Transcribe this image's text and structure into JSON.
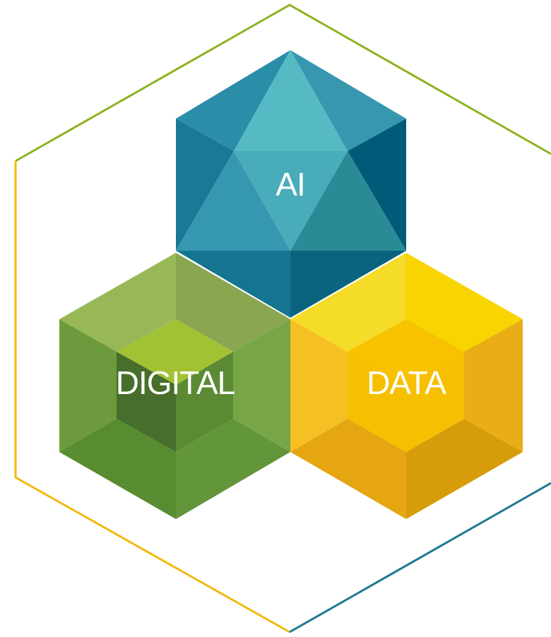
{
  "nodes": [
    {
      "id": "ai",
      "label": "AI"
    },
    {
      "id": "digital",
      "label": "DIGITAL"
    },
    {
      "id": "data",
      "label": "DATA"
    }
  ],
  "colors": {
    "outline_green": "#8cb31f",
    "outline_yellow": "#f2b90f",
    "outline_teal": "#1e7893",
    "ai_primary": "#2a8ea9",
    "digital_primary": "#6a9a3e",
    "data_primary": "#f5c20e"
  }
}
